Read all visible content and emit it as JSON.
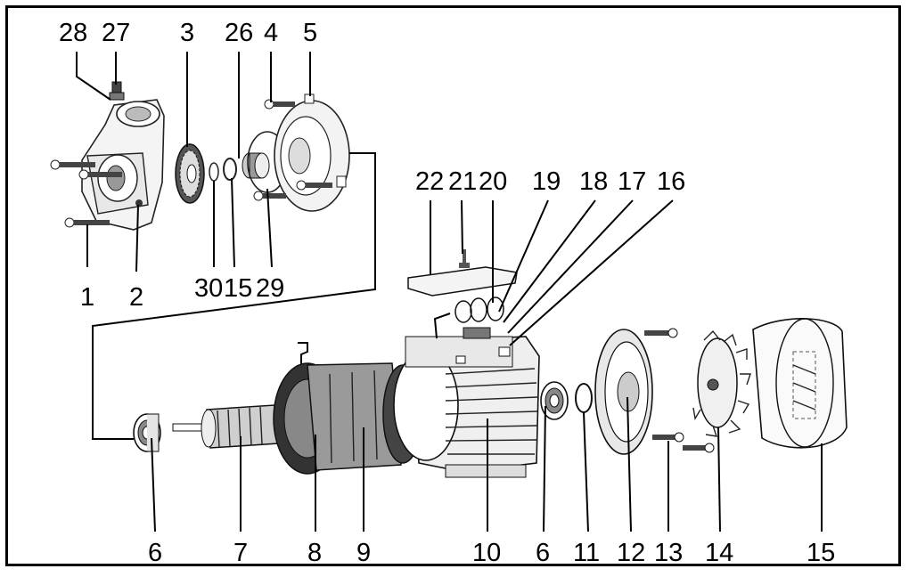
{
  "diagram": {
    "labels": [
      {
        "id": "l28",
        "text": "28"
      },
      {
        "id": "l27",
        "text": "27"
      },
      {
        "id": "l3",
        "text": "3"
      },
      {
        "id": "l26",
        "text": "26"
      },
      {
        "id": "l4",
        "text": "4"
      },
      {
        "id": "l5",
        "text": "5"
      },
      {
        "id": "l22",
        "text": "22"
      },
      {
        "id": "l21",
        "text": "21"
      },
      {
        "id": "l20",
        "text": "20"
      },
      {
        "id": "l19",
        "text": "19"
      },
      {
        "id": "l18",
        "text": "18"
      },
      {
        "id": "l17",
        "text": "17"
      },
      {
        "id": "l16",
        "text": "16"
      },
      {
        "id": "l1",
        "text": "1"
      },
      {
        "id": "l2",
        "text": "2"
      },
      {
        "id": "l30",
        "text": "30"
      },
      {
        "id": "l15a",
        "text": "15"
      },
      {
        "id": "l29",
        "text": "29"
      },
      {
        "id": "l6a",
        "text": "6"
      },
      {
        "id": "l7",
        "text": "7"
      },
      {
        "id": "l8",
        "text": "8"
      },
      {
        "id": "l9",
        "text": "9"
      },
      {
        "id": "l10",
        "text": "10"
      },
      {
        "id": "l6b",
        "text": "6"
      },
      {
        "id": "l11",
        "text": "11"
      },
      {
        "id": "l12",
        "text": "12"
      },
      {
        "id": "l13",
        "text": "13"
      },
      {
        "id": "l14",
        "text": "14"
      },
      {
        "id": "l15b",
        "text": "15"
      }
    ]
  }
}
